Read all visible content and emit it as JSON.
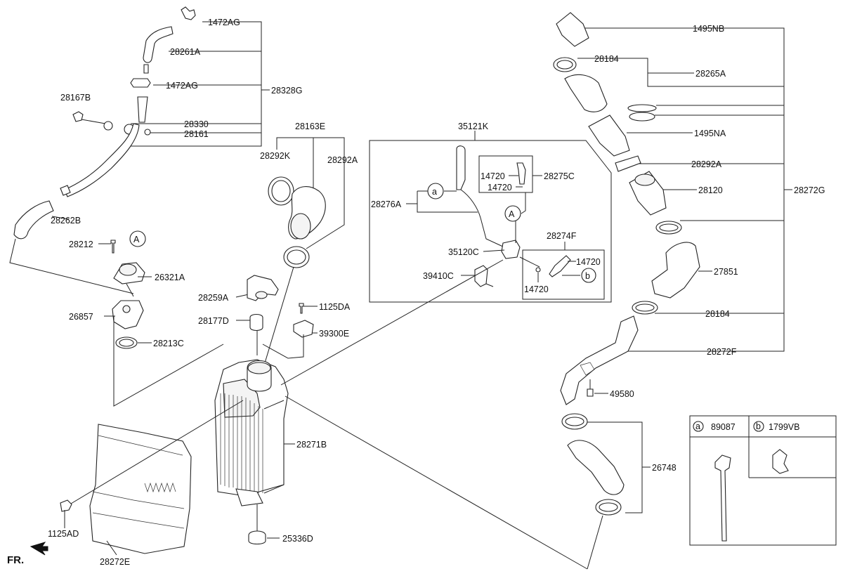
{
  "labels": [
    {
      "id": "l01",
      "text": "1472AG"
    },
    {
      "id": "l02",
      "text": "28261A"
    },
    {
      "id": "l03",
      "text": "1472AG"
    },
    {
      "id": "l04",
      "text": "28328G"
    },
    {
      "id": "l05",
      "text": "28167B"
    },
    {
      "id": "l06",
      "text": "28330"
    },
    {
      "id": "l07",
      "text": "28161"
    },
    {
      "id": "l08",
      "text": "28262B"
    },
    {
      "id": "l09",
      "text": "28163E"
    },
    {
      "id": "l10",
      "text": "28292K"
    },
    {
      "id": "l11",
      "text": "28292A"
    },
    {
      "id": "l12",
      "text": "28212"
    },
    {
      "id": "l13",
      "text": "26321A"
    },
    {
      "id": "l14",
      "text": "26857"
    },
    {
      "id": "l15",
      "text": "28213C"
    },
    {
      "id": "l16",
      "text": "28259A"
    },
    {
      "id": "l17",
      "text": "1125DA"
    },
    {
      "id": "l18",
      "text": "28177D"
    },
    {
      "id": "l19",
      "text": "39300E"
    },
    {
      "id": "l20",
      "text": "28271B"
    },
    {
      "id": "l21",
      "text": "1125AD"
    },
    {
      "id": "l22",
      "text": "28272E"
    },
    {
      "id": "l23",
      "text": "25336D"
    },
    {
      "id": "l24",
      "text": "35121K"
    },
    {
      "id": "l25",
      "text": "14720"
    },
    {
      "id": "l26",
      "text": "28275C"
    },
    {
      "id": "l27",
      "text": "14720"
    },
    {
      "id": "l28",
      "text": "28276A"
    },
    {
      "id": "l29",
      "text": "28274F"
    },
    {
      "id": "l30",
      "text": "35120C"
    },
    {
      "id": "l31",
      "text": "14720"
    },
    {
      "id": "l32",
      "text": "39410C"
    },
    {
      "id": "l33",
      "text": "14720"
    },
    {
      "id": "l34",
      "text": "1495NB"
    },
    {
      "id": "l35",
      "text": "28184"
    },
    {
      "id": "l36",
      "text": "28265A"
    },
    {
      "id": "l37",
      "text": "1495NA"
    },
    {
      "id": "l38",
      "text": "28292A"
    },
    {
      "id": "l39",
      "text": "28120"
    },
    {
      "id": "l40",
      "text": "28272G"
    },
    {
      "id": "l41",
      "text": "27851"
    },
    {
      "id": "l42",
      "text": "28184"
    },
    {
      "id": "l43",
      "text": "28272F"
    },
    {
      "id": "l44",
      "text": "49580"
    },
    {
      "id": "l45",
      "text": "26748"
    }
  ],
  "callouts": {
    "A1": "A",
    "A2": "A",
    "a1": "a",
    "b1": "b"
  },
  "legend": {
    "a_letter": "a",
    "a_part": "89087",
    "b_letter": "b",
    "b_part": "1799VB"
  },
  "orientation": "FR."
}
